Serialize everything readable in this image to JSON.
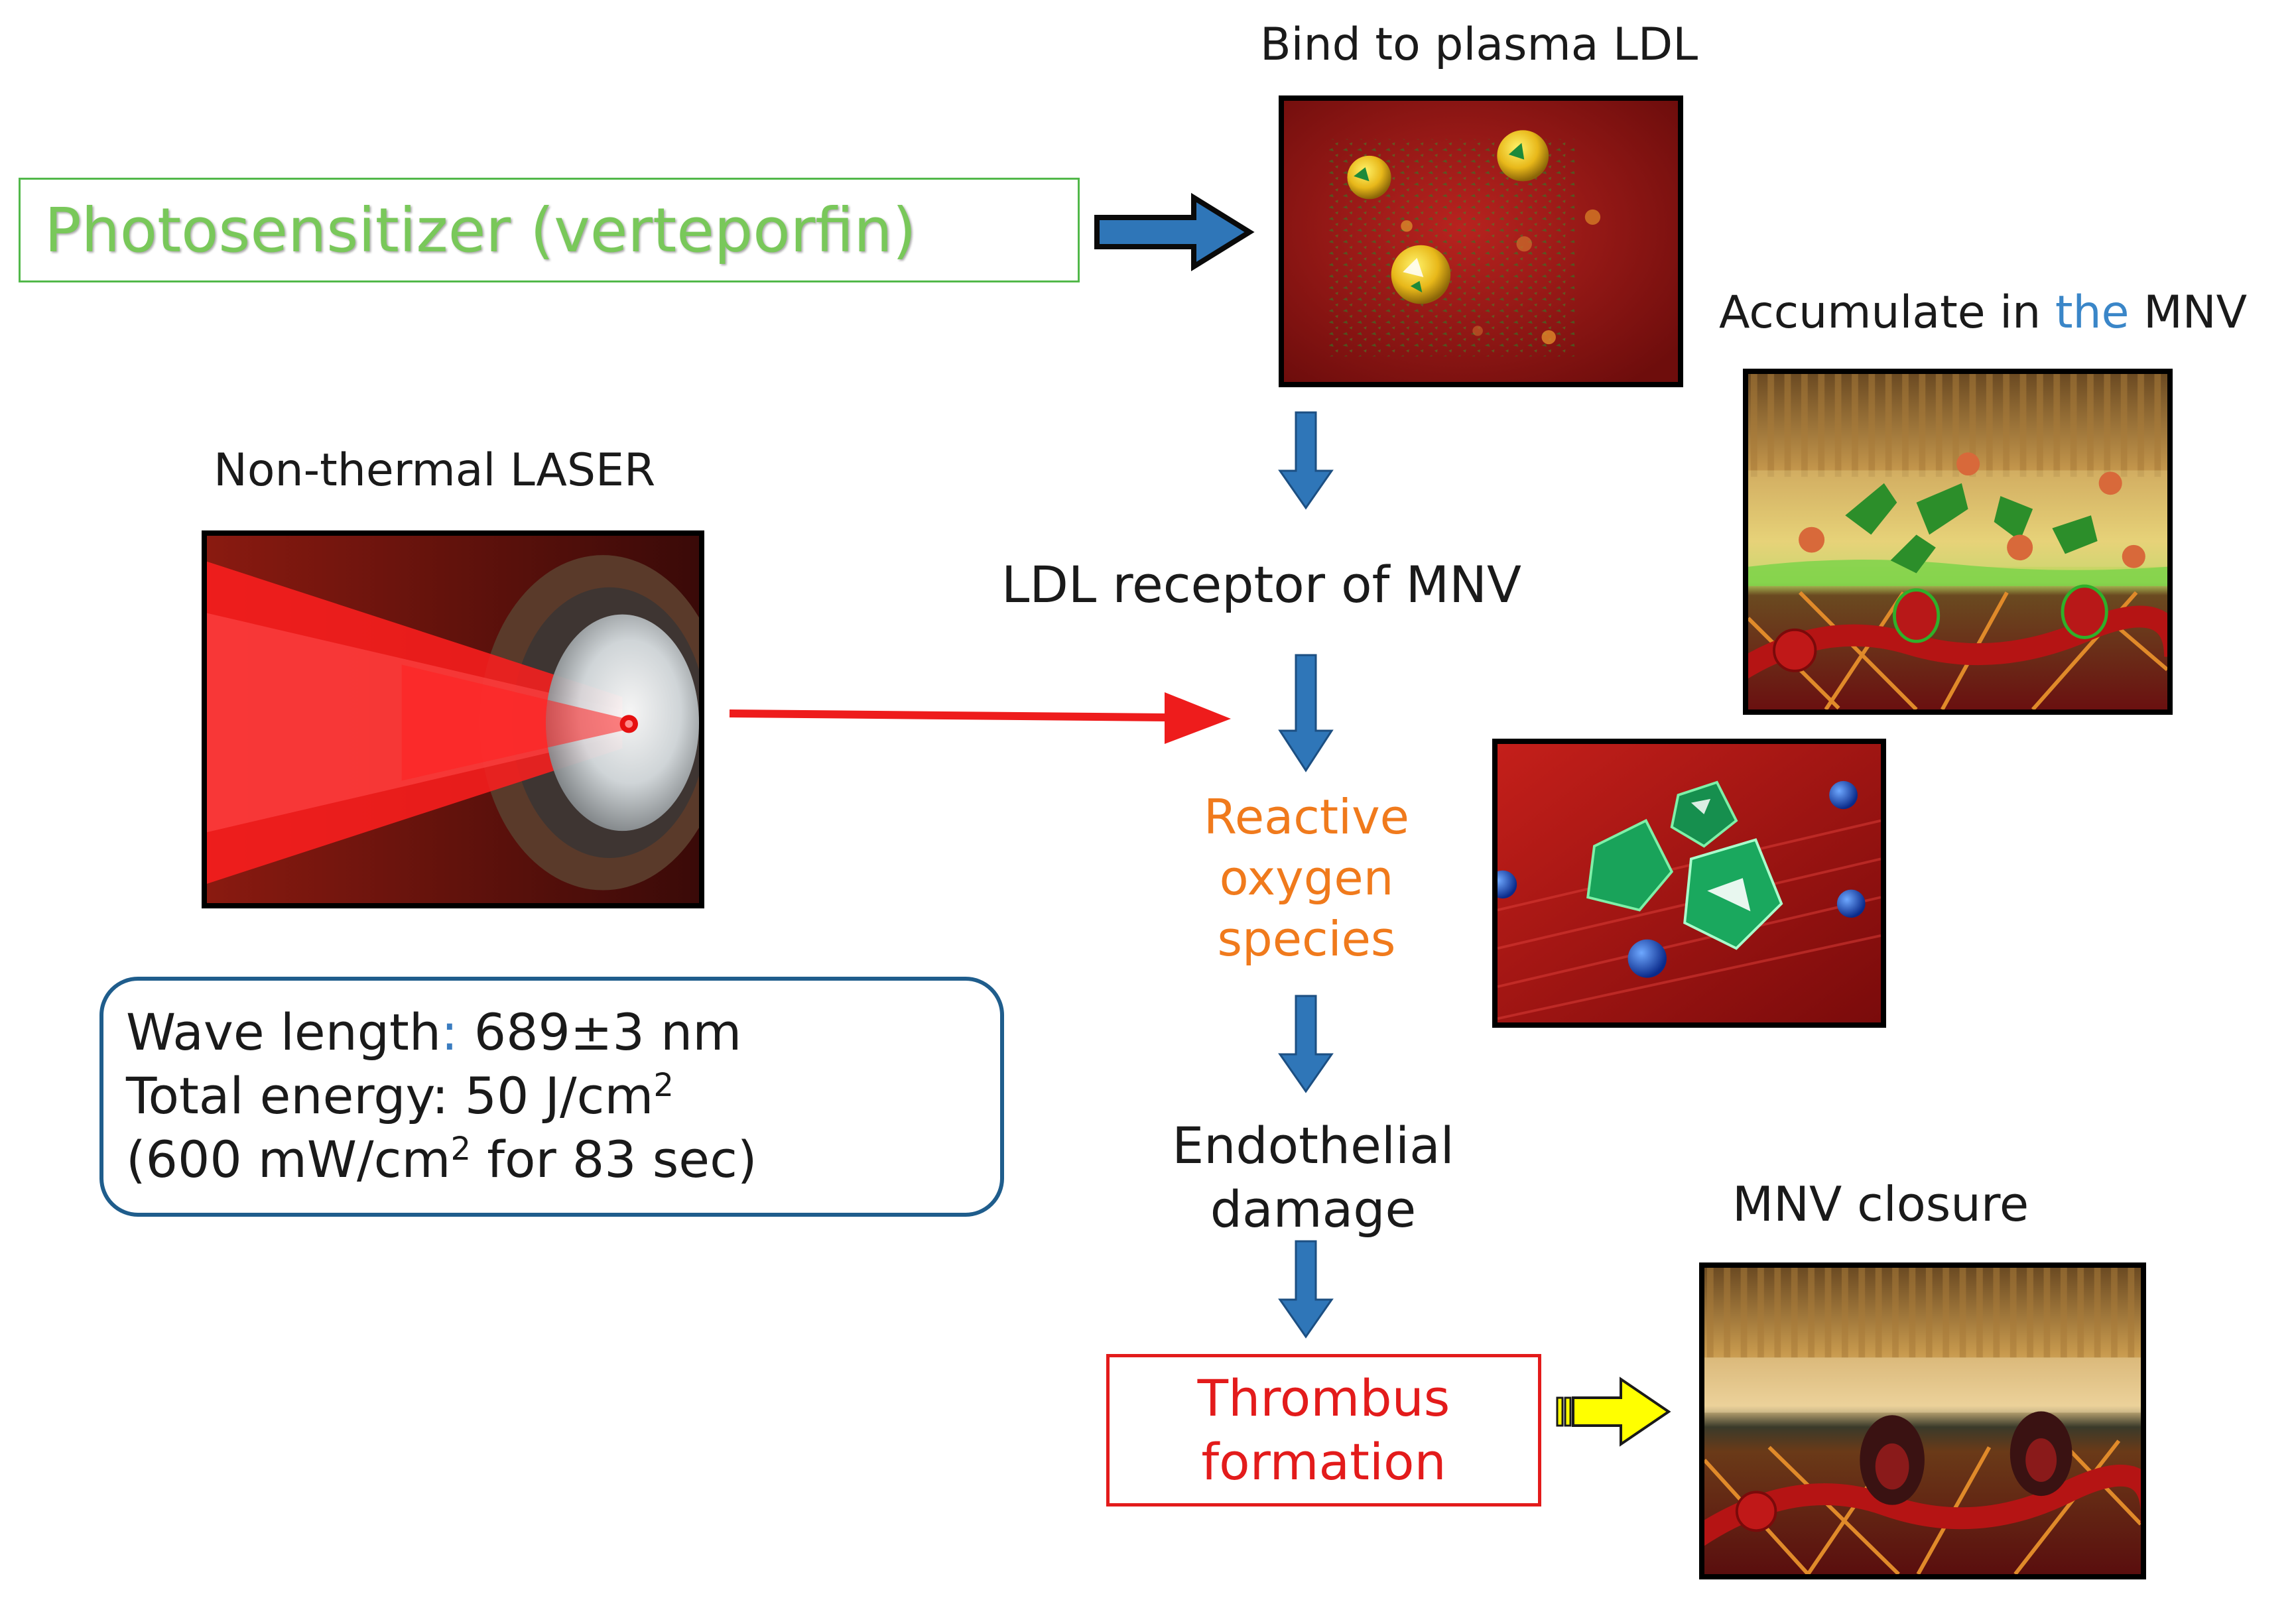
{
  "labels": {
    "bind_ldl": "Bind to plasma LDL",
    "photosensitizer": "Photosensitizer (verteporfin)",
    "accumulate_prefix": "Accumulate in",
    "accumulate_the": "the",
    "accumulate_suffix": "MNV",
    "laser": "Non-thermal LASER",
    "ldl_receptor": "LDL receptor of MNV",
    "ros_line1": "Reactive",
    "ros_line2": "oxygen",
    "ros_line3": "species",
    "endo_line1": "Endothelial",
    "endo_line2": "damage",
    "mnv_closure": "MNV closure",
    "thrombus_line1": "Thrombus",
    "thrombus_line2": "formation"
  },
  "parameters": {
    "wave_label": "Wave length",
    "wave_colon": ":",
    "wave_value": "689±3 nm",
    "energy_text": "Total energy: 50 J/cm",
    "energy_sup": "2",
    "fluence_open": "(600 mW/cm",
    "fluence_sup": "2",
    "fluence_close": " for 83 sec)"
  },
  "colors": {
    "flow_arrow": "#2f76b8",
    "laser_arrow": "#ee1c1c",
    "closure_arrow": "#ffff00",
    "photosensitizer_text": "#79c85a",
    "ros_text": "#f07a1c",
    "thrombus_text": "#e31b1b"
  }
}
